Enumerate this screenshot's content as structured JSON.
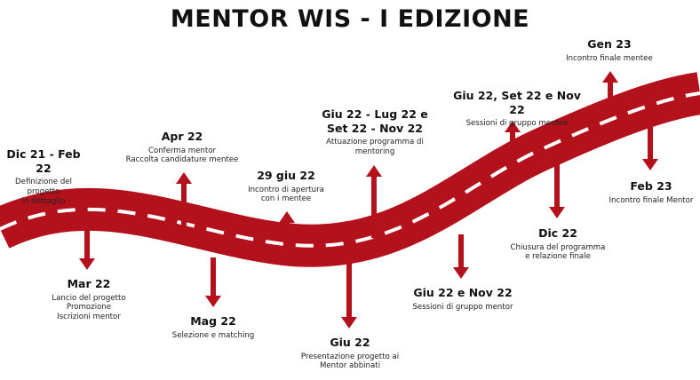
{
  "title": "MENTOR WIS - I EDIZIONE",
  "colors": {
    "road": "#b3111c",
    "dash": "#ffffff",
    "text": "#111111"
  },
  "milestones": [
    {
      "heading": "Dic 21 - Feb 22",
      "description": "Definizione del progetto\nin dettaglio",
      "arrow": "up"
    },
    {
      "heading": "Mar 22",
      "description": "Lancio del progetto\nPromozione\nIscrizioni mentor",
      "arrow": "down"
    },
    {
      "heading": "Apr 22",
      "description": "Conferma mentor\nRaccolta candidature mentee",
      "arrow": "up"
    },
    {
      "heading": "Mag 22",
      "description": "Selezione e matching",
      "arrow": "down"
    },
    {
      "heading": "29 giu 22",
      "description": "Incontro di apertura\ncon i mentee",
      "arrow": "up"
    },
    {
      "heading": "Giu 22",
      "description": "Presentazione progetto ai\nMentor abbinati",
      "arrow": "down"
    },
    {
      "heading": "Giu 22 - Lug 22 e\nSet 22 - Nov 22",
      "description": "Attuazione programma di\nmentoring",
      "arrow": "up"
    },
    {
      "heading": "Giu 22 e Nov 22",
      "description": "Sessioni di gruppo mentor",
      "arrow": "down"
    },
    {
      "heading": "Giu 22, Set 22 e Nov 22",
      "description": "Sessioni di gruppo mentee",
      "arrow": "up"
    },
    {
      "heading": "Dic 22",
      "description": "Chiusura del programma\ne relazione finale",
      "arrow": "down"
    },
    {
      "heading": "Gen 23",
      "description": "Incontro finale mentee",
      "arrow": "up"
    },
    {
      "heading": "Feb 23",
      "description": "Incontro finale Mentor",
      "arrow": "down"
    }
  ]
}
